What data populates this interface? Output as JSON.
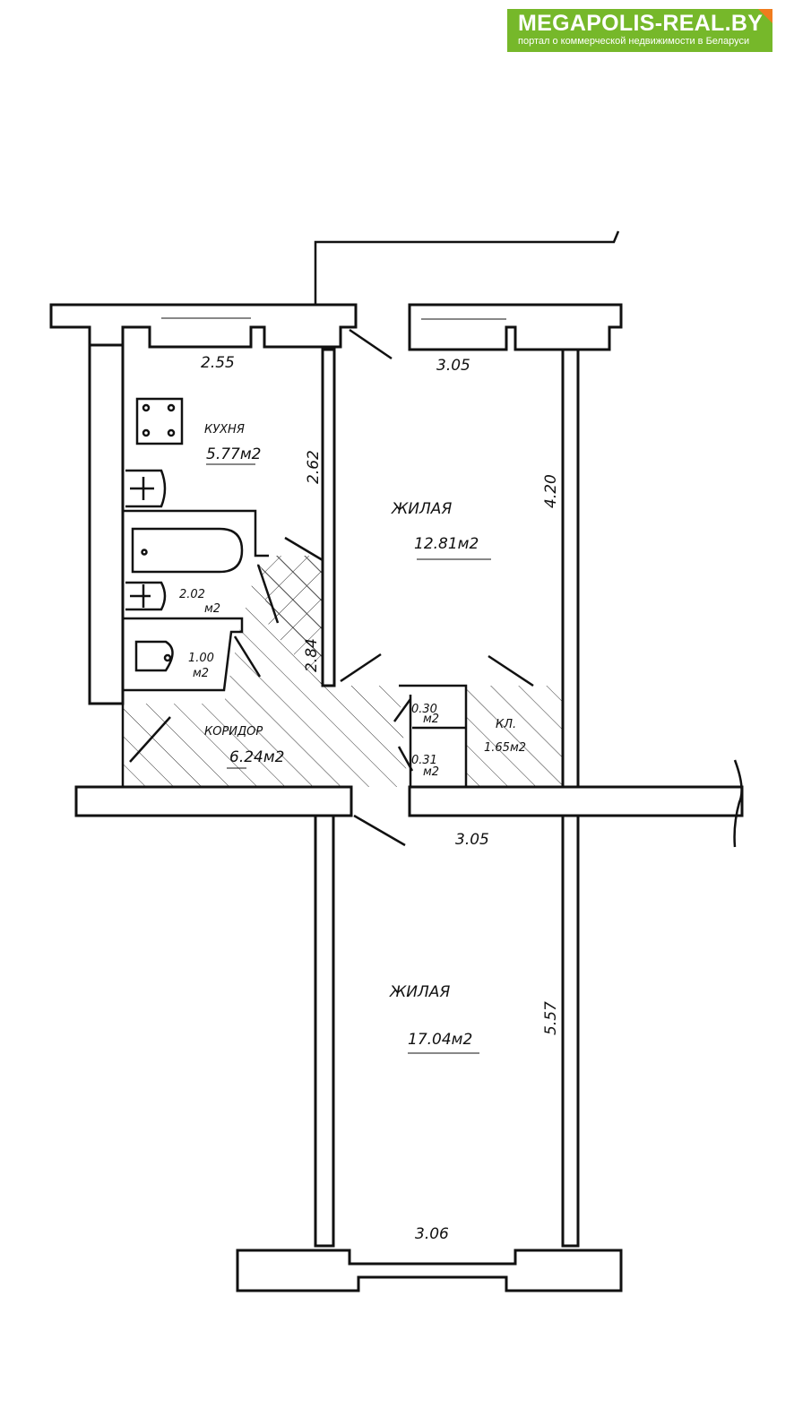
{
  "logo": {
    "title": "MEGAPOLIS-REAL.BY",
    "subtitle": "портал о коммерческой недвижимости в Беларуси",
    "color": "#76b82a",
    "accent": "#f07c1e"
  },
  "rooms": {
    "kitchen": {
      "name": "КУХНЯ",
      "area": "5.77м2"
    },
    "living1": {
      "name": "ЖИЛАЯ",
      "area": "12.81м2"
    },
    "bath": {
      "area": "2.02",
      "unit": "м2"
    },
    "wc": {
      "area": "1.00",
      "unit": "м2"
    },
    "corridor": {
      "name": "КОРИДОР",
      "area": "6.24м2"
    },
    "closet1": {
      "area": "0.30",
      "unit": "м2"
    },
    "closet2": {
      "area": "0.31",
      "unit": "м2"
    },
    "pantry": {
      "name": "КЛ.",
      "area": "1.65м2"
    },
    "living2": {
      "name": "ЖИЛАЯ",
      "area": "17.04м2"
    }
  },
  "dimensions": {
    "kitchen_width": "2.55",
    "kitchen_length": "2.62",
    "living1_width": "3.05",
    "living1_length": "4.20",
    "corridor_length": "2.84",
    "living2_width_top": "3.05",
    "living2_length": "5.57",
    "living2_width_bottom": "3.06"
  }
}
